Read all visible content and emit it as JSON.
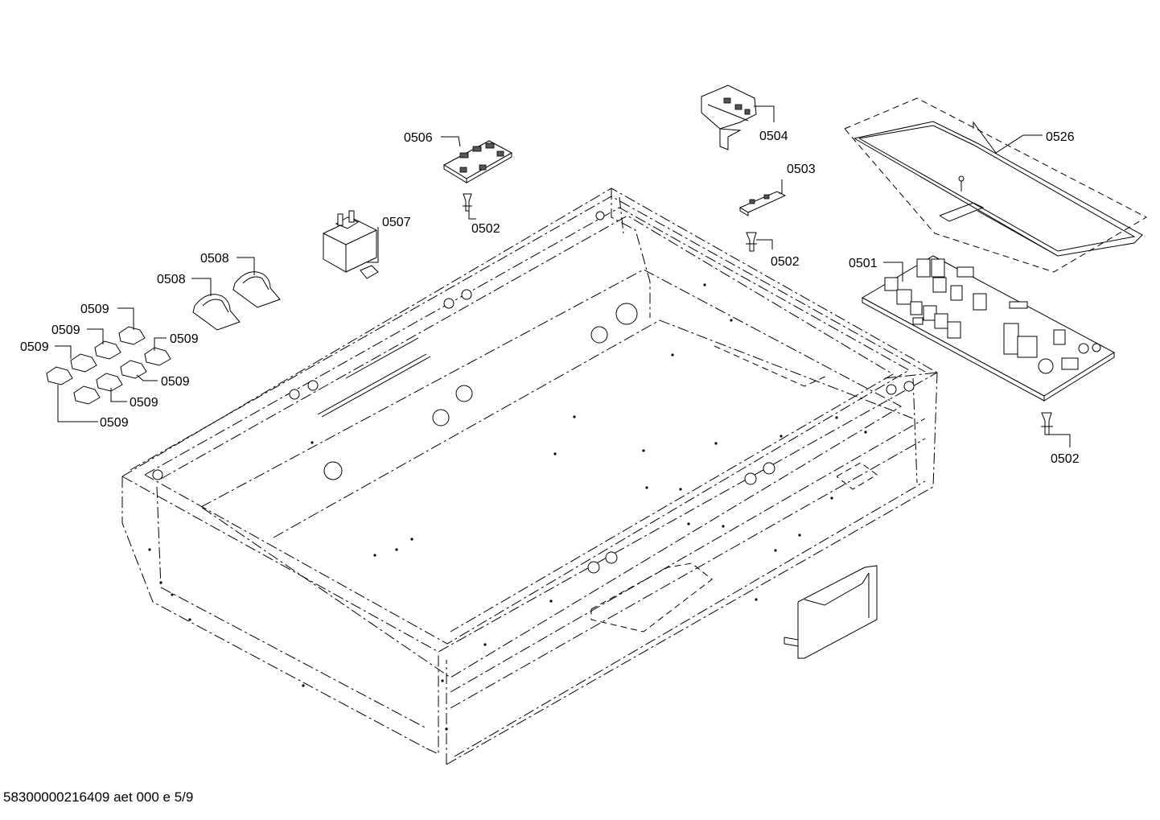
{
  "document_id": "58300000216409 aet 000 e 5/9",
  "callouts": [
    {
      "id": "0501",
      "text": "0501"
    },
    {
      "id": "0502-a",
      "text": "0502"
    },
    {
      "id": "0502-b",
      "text": "0502"
    },
    {
      "id": "0502-c",
      "text": "0502"
    },
    {
      "id": "0503",
      "text": "0503"
    },
    {
      "id": "0504",
      "text": "0504"
    },
    {
      "id": "0506",
      "text": "0506"
    },
    {
      "id": "0507",
      "text": "0507"
    },
    {
      "id": "0508-a",
      "text": "0508"
    },
    {
      "id": "0508-b",
      "text": "0508"
    },
    {
      "id": "0509-a",
      "text": "0509"
    },
    {
      "id": "0509-b",
      "text": "0509"
    },
    {
      "id": "0509-c",
      "text": "0509"
    },
    {
      "id": "0509-d",
      "text": "0509"
    },
    {
      "id": "0509-e",
      "text": "0509"
    },
    {
      "id": "0509-f",
      "text": "0509"
    },
    {
      "id": "0509-g",
      "text": "0509"
    },
    {
      "id": "0526",
      "text": "0526"
    }
  ]
}
